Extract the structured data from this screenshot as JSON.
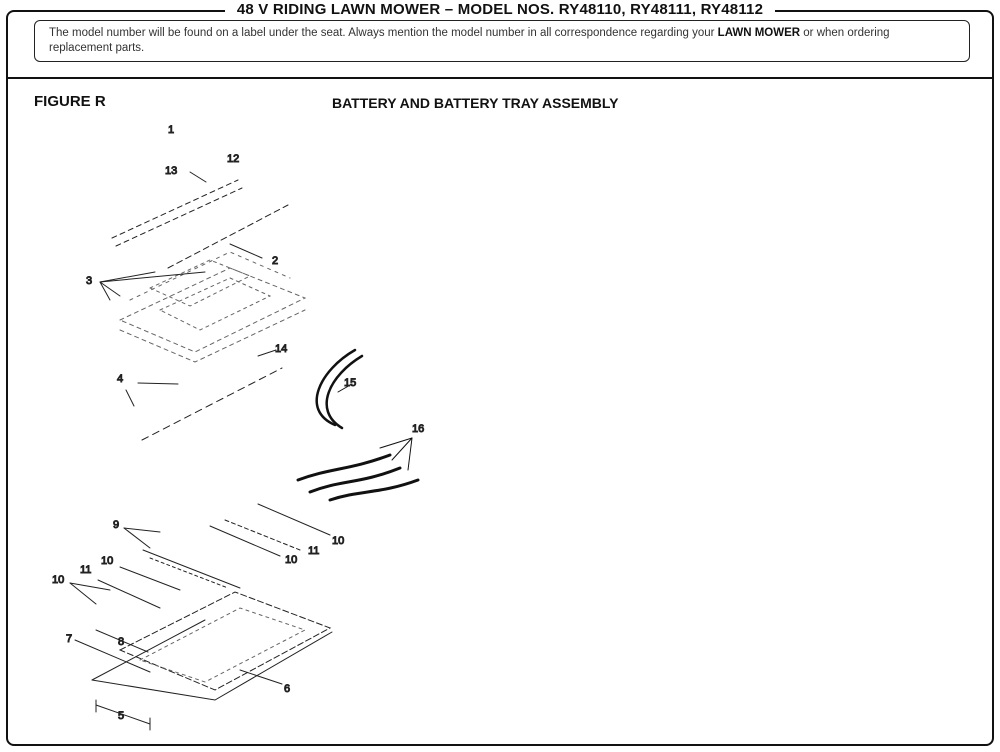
{
  "header": {
    "title": "48 V RIDING LAWN MOWER – MODEL NOS. RY48110, RY48111, RY48112"
  },
  "notice": {
    "text_before": "The model number will be found on a label under the seat. Always mention the model number in all correspondence regarding your ",
    "emphasis": "LAWN MOWER",
    "text_after": " or when ordering replacement parts."
  },
  "figure": {
    "label": "FIGURE R",
    "title": "BATTERY AND BATTERY TRAY ASSEMBLY"
  },
  "callouts": {
    "c1": "1",
    "c2": "2",
    "c3": "3",
    "c4": "4",
    "c5": "5",
    "c6": "6",
    "c7": "7",
    "c8": "8",
    "c9": "9",
    "c10a": "10",
    "c10b": "10",
    "c10c": "10",
    "c10d": "10",
    "c11a": "11",
    "c11b": "11",
    "c12": "12",
    "c13": "13",
    "c14": "14",
    "c15": "15",
    "c16": "16"
  }
}
